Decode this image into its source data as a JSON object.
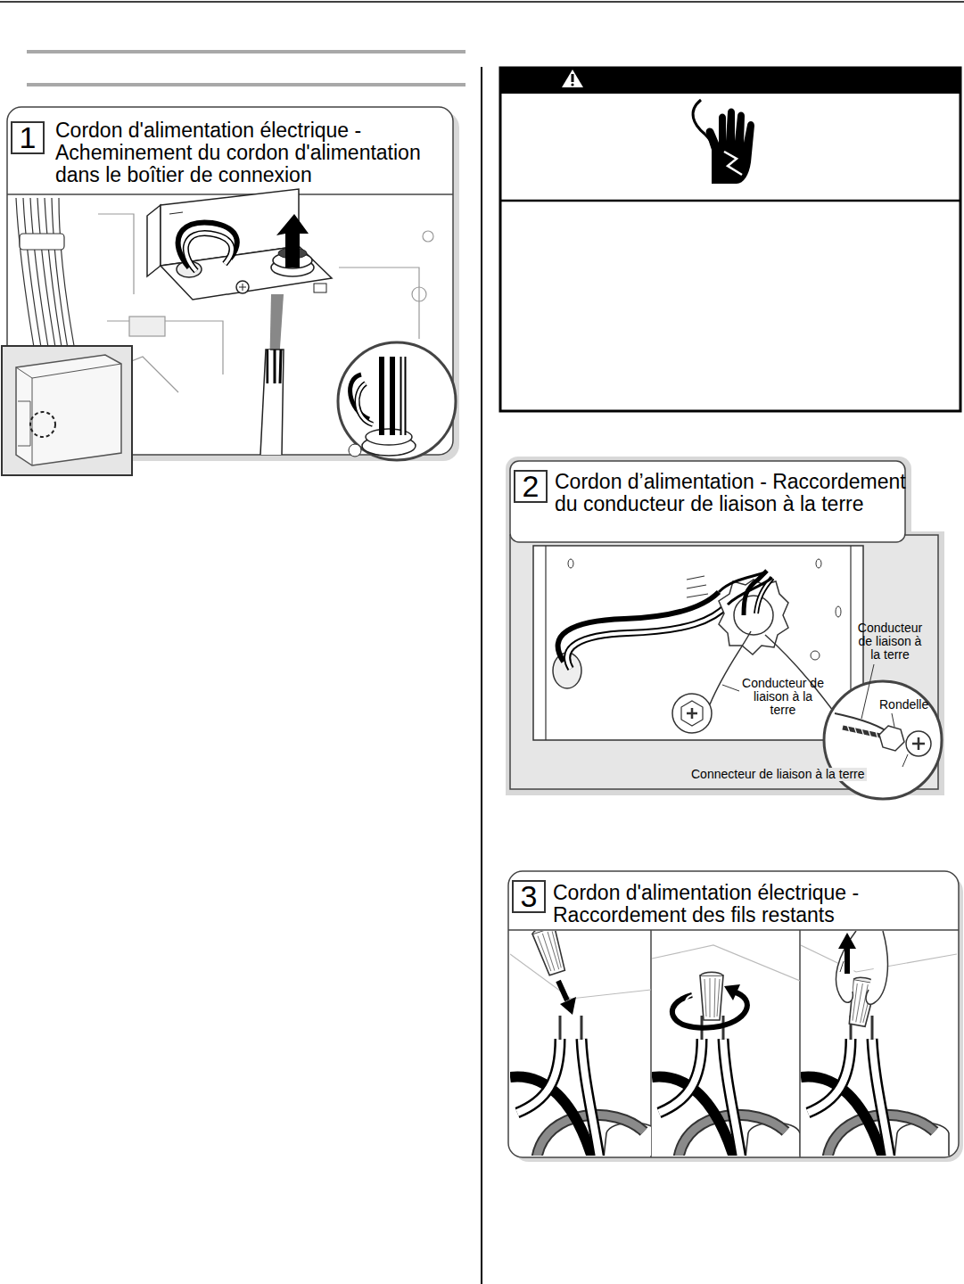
{
  "diagram": {
    "nodes": [
      {
        "text": [
          "1",
          "Cordon d'alimentation électrique - Acheminement du cordon d'alimentation dans le boîtier de connexion"
        ]
      },
      {
        "text": [
          "2",
          "Cordon d’alimentation - Raccordement du conducteur de liaison à la terre"
        ]
      },
      {
        "text": [
          "3",
          "Cordon d'alimentation électrique - Raccordement des fils restants"
        ]
      }
    ],
    "labels": [
      "Conducteur de liaison à la terre",
      "Conducteur de liaison à la terre",
      "Rondelle",
      "Connecteur de liaison à la terre"
    ]
  }
}
